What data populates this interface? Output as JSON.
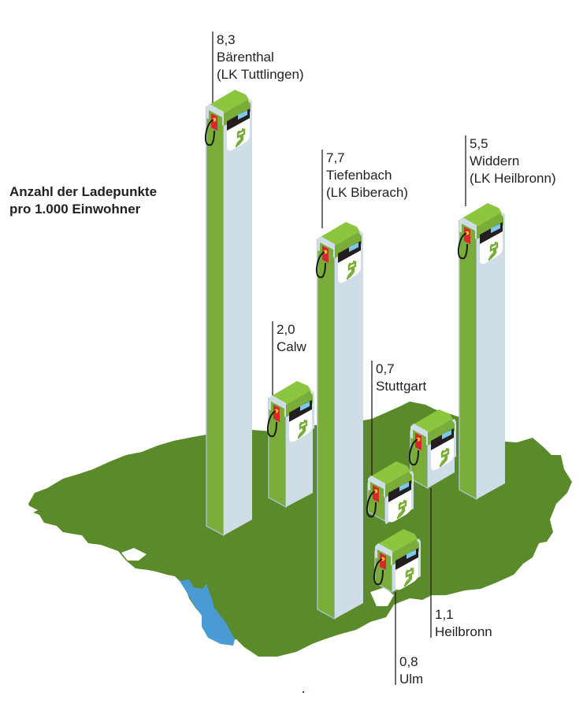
{
  "title": {
    "line1": "Anzahl der Ladepunkte",
    "line2": "pro 1.000 Einwohner"
  },
  "colors": {
    "map_green": "#5b8a2b",
    "pillar_green": "#79ac38",
    "pillar_light": "#cfdde6",
    "pillar_edge": "#a9bcc8",
    "lake_blue": "#4a9ad4",
    "screen_black": "#231f20",
    "screen_blue": "#7ec8ee",
    "connector_red": "#d7282f",
    "connector_yellow": "#f2c320",
    "cable_black": "#1a1a1a"
  },
  "stations": [
    {
      "value": "8,3",
      "name": "Bärenthal",
      "district": "(LK Tuttlingen)"
    },
    {
      "value": "7,7",
      "name": "Tiefenbach",
      "district": "(LK Biberach)"
    },
    {
      "value": "5,5",
      "name": "Widdern",
      "district": "(LK Heilbronn)"
    },
    {
      "value": "2,0",
      "name": "Calw",
      "district": ""
    },
    {
      "value": "0,7",
      "name": "Stuttgart",
      "district": ""
    },
    {
      "value": "1,1",
      "name": "Heilbronn",
      "district": ""
    },
    {
      "value": "0,8",
      "name": "Ulm",
      "district": ""
    }
  ],
  "chart_data": {
    "type": "bar",
    "title": "Anzahl der Ladepunkte pro 1.000 Einwohner",
    "categories": [
      "Bärenthal (LK Tuttlingen)",
      "Tiefenbach (LK Biberach)",
      "Widdern (LK Heilbronn)",
      "Calw",
      "Heilbronn",
      "Ulm",
      "Stuttgart"
    ],
    "values": [
      8.3,
      7.7,
      5.5,
      2.0,
      1.1,
      0.8,
      0.7
    ],
    "xlabel": "",
    "ylabel": "Ladepunkte pro 1.000 Einwohner",
    "unit": "per 1,000 inhabitants",
    "style": "isometric pictogram bars (charging stations) on a map of Baden-Württemberg",
    "grid": false,
    "legend": "none"
  }
}
